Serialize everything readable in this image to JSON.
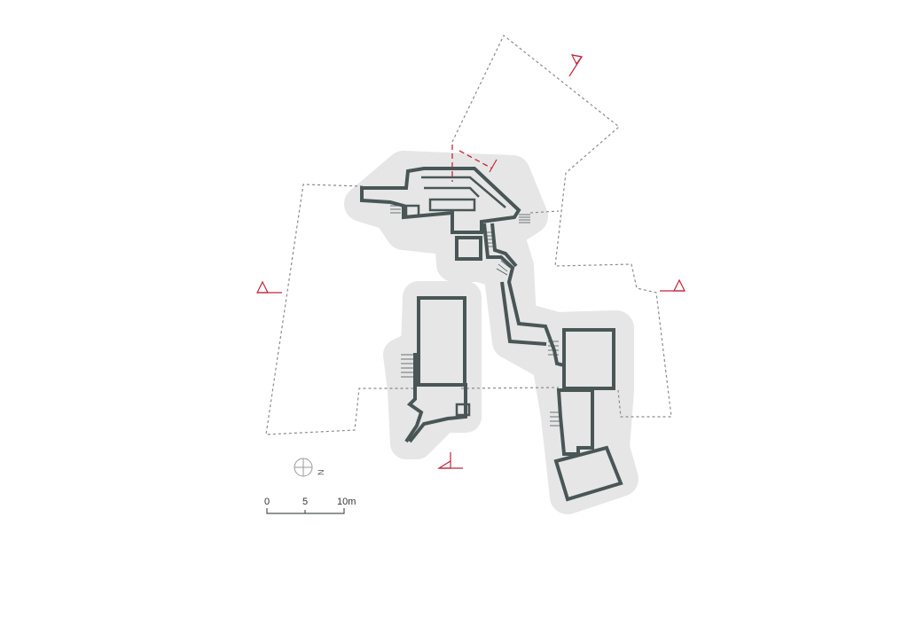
{
  "scale_bar": {
    "labels": [
      "0",
      "5",
      "10m"
    ]
  },
  "north_arrow": {
    "label": "N"
  },
  "colors": {
    "walls": "#4a5656",
    "halo": "#e6e6e6",
    "site_boundary": "#8a8a8a",
    "section_markers": "#c2263c"
  },
  "icons": [
    "north-arrow-icon",
    "section-marker-icon"
  ]
}
